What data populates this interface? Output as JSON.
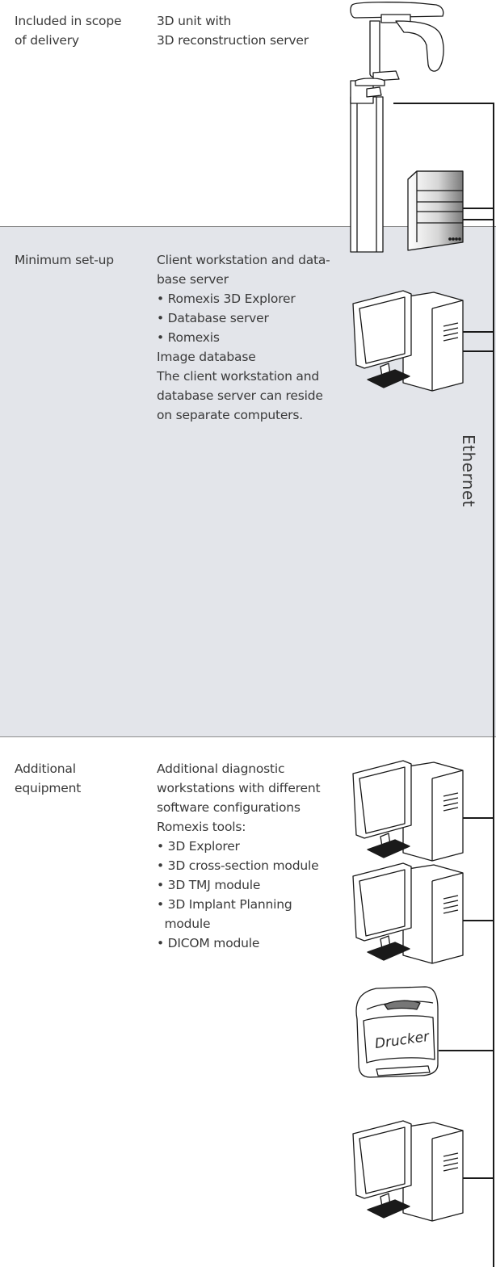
{
  "sections": [
    {
      "label_lines": [
        "Included in scope",
        "of delivery"
      ],
      "content_lines": [
        "3D unit with",
        "3D reconstruction server"
      ]
    },
    {
      "label_lines": [
        "Minimum set-up"
      ],
      "content_lines": [
        "Client workstation and data-",
        "base server",
        "• Romexis 3D Explorer",
        "• Database server",
        "• Romexis",
        "Image database",
        "The client workstation and",
        "database server can reside",
        "on separate computers."
      ]
    },
    {
      "label_lines": [
        "Additional",
        "equipment"
      ],
      "content_lines": [
        "Additional diagnostic",
        "workstations with different",
        "software configurations",
        "Romexis tools:",
        "• 3D Explorer",
        "• 3D cross-section module",
        "• 3D TMJ module",
        "• 3D Implant Planning",
        "  module",
        "• DICOM module"
      ]
    }
  ],
  "network_label": "Ethernet",
  "printer_label": "Drucker",
  "colors": {
    "gray_band": "#e3e5ea",
    "line": "#1a1a1a",
    "text": "#3a3a3a"
  }
}
